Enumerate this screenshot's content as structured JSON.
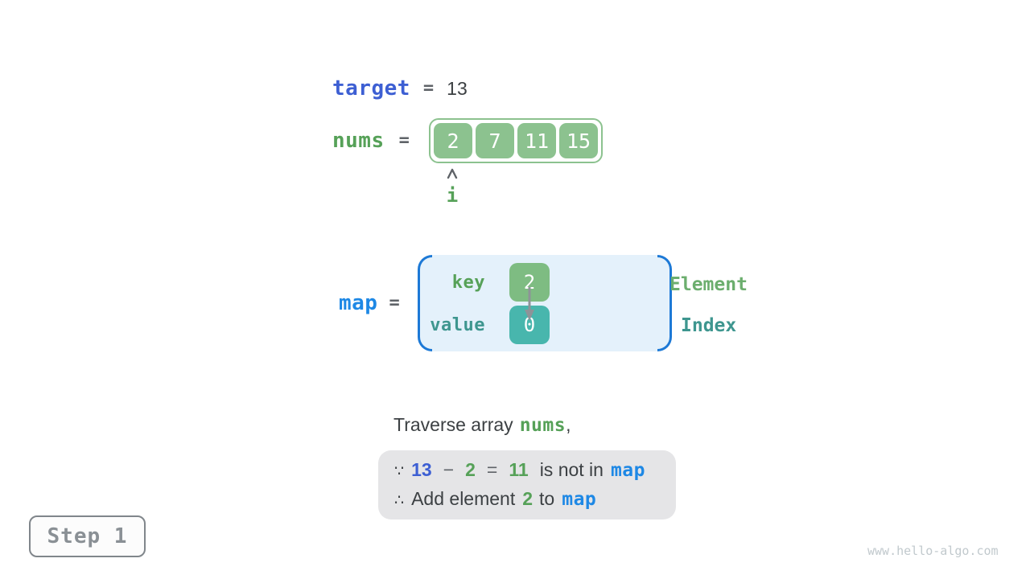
{
  "palette": {
    "royal_blue": "#3D5FD3",
    "bright_blue": "#1E88E5",
    "bracket_blue": "#1D79D6",
    "array_green": "#8CC28F",
    "key_green": "#7EBC82",
    "green_text": "#56A158",
    "legend_green": "#6CAE6E",
    "teal_box": "#48B6AD",
    "teal_text": "#3E968F",
    "dark_text": "#3C4043",
    "operator_gray": "#5F6368",
    "arrow_gray": "#8E9398",
    "note_bg": "#E5E5E7",
    "map_bg": "#E4F1FB"
  },
  "target_line": {
    "label": "target",
    "equals": "=",
    "value": "13"
  },
  "nums_line": {
    "label": "nums",
    "equals": "="
  },
  "array": {
    "values": [
      "2",
      "7",
      "11",
      "15"
    ]
  },
  "index_pointer": {
    "label": "i"
  },
  "map_line": {
    "label": "map",
    "equals": "="
  },
  "map": {
    "key_label": "key",
    "key_value": "2",
    "value_label": "value",
    "value_value": "0"
  },
  "legend": {
    "element": "Element",
    "index": "Index"
  },
  "caption": {
    "prefix": "Traverse array",
    "nums": "nums",
    "comma": ","
  },
  "note": {
    "line1": {
      "because": "∵",
      "operand1": "13",
      "minus": "−",
      "operand2": "2",
      "equals": "=",
      "result": "11",
      "text": "is not in",
      "map": "map"
    },
    "line2": {
      "therefore": "∴",
      "text1": "Add element",
      "value": "2",
      "text2": "to",
      "map": "map"
    }
  },
  "step_button": {
    "label": "Step 1"
  },
  "watermark": "www.hello-algo.com"
}
